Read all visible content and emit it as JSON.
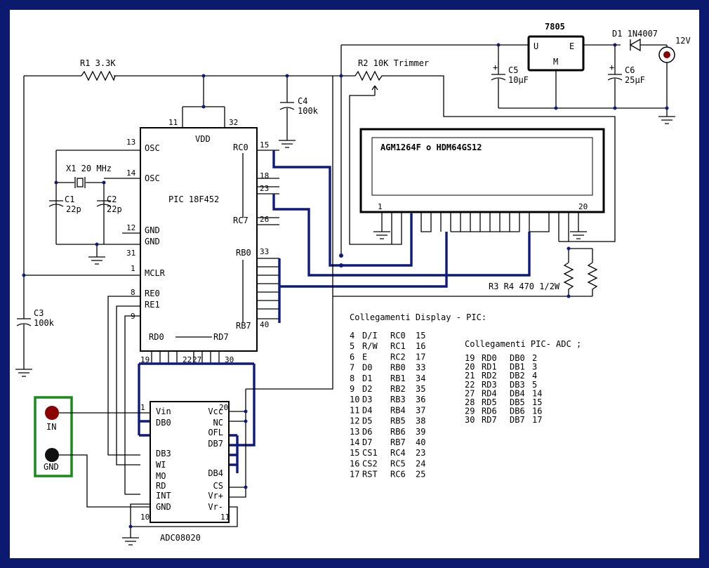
{
  "labels": {
    "r1": "R1  3.3K",
    "r2": "R2  10K Trimmer",
    "reg": "7805",
    "reg_u": "U",
    "reg_e": "E",
    "reg_m": "M",
    "d1": "D1  1N4007",
    "v12": "12V",
    "c5": "C5",
    "c5v": "10µF",
    "c6": "C6",
    "c6v": "25µF",
    "c4": "C4",
    "c4v": "100k",
    "c3": "C3",
    "c3v": "100k",
    "x1": "X1  20 MHz",
    "c1": "C1",
    "c1v": "22p",
    "c2": "C2",
    "c2v": "22p",
    "pic": "PIC 18F452",
    "vdd": "VDD",
    "osc1": "OSC",
    "osc2": "OSC",
    "gnd1": "GND",
    "gnd2": "GND",
    "mclr": "MCLR",
    "re0": "RE0",
    "re1": "RE1",
    "rc0": "RC0",
    "rc7": "RC7",
    "rb0": "RB0",
    "rb7": "RB7",
    "rd0": "RD0",
    "rd7": "RD7",
    "lcd": "AGM1264F o HDM64GS12",
    "lcd_p1": "1",
    "lcd_p20": "20",
    "r34": "R3  R4  470  1/2W",
    "in": "IN",
    "gnd": "GND",
    "adc": "ADC08020",
    "adc_left": [
      "Vin",
      "DB0",
      "DB3",
      "WI",
      "MO",
      "RD",
      "INT",
      "GND"
    ],
    "adc_right": [
      "Vcc",
      "NC",
      "OFL",
      "DB7",
      "DB4",
      "CS",
      "Vr+",
      "Vr-"
    ],
    "adc_p1": "1",
    "adc_p20": "20",
    "adc_p10": "10",
    "adc_p11": "11",
    "pins": {
      "p11": "11",
      "p32": "32",
      "p13": "13",
      "p14": "14",
      "p12": "12",
      "p31": "31",
      "p1": "1",
      "p8": "8",
      "p9": "9",
      "p15": "15",
      "p18": "18",
      "p23": "23",
      "p26": "26",
      "p33": "33",
      "p40": "40",
      "p19": "19",
      "p22": "22",
      "p27": "27",
      "p30": "30"
    },
    "display_title": "Collegamenti Display - PIC:",
    "adc_title": "Collegamenti PIC- ADC ;"
  },
  "display_table": [
    [
      "4",
      "D/I",
      "RC0",
      "15"
    ],
    [
      "5",
      "R/W",
      "RC1",
      "16"
    ],
    [
      "6",
      "E",
      "RC2",
      "17"
    ],
    [
      "7",
      "D0",
      "RB0",
      "33"
    ],
    [
      "8",
      "D1",
      "RB1",
      "34"
    ],
    [
      "9",
      "D2",
      "RB2",
      "35"
    ],
    [
      "10",
      "D3",
      "RB3",
      "36"
    ],
    [
      "11",
      "D4",
      "RB4",
      "37"
    ],
    [
      "12",
      "D5",
      "RB5",
      "38"
    ],
    [
      "13",
      "D6",
      "RB6",
      "39"
    ],
    [
      "14",
      "D7",
      "RB7",
      "40"
    ],
    [
      "15",
      "CS1",
      "RC4",
      "23"
    ],
    [
      "16",
      "CS2",
      "RC5",
      "24"
    ],
    [
      "17",
      "RST",
      "RC6",
      "25"
    ]
  ],
  "adc_table": [
    [
      "19",
      "RD0",
      "DB0",
      "2"
    ],
    [
      "20",
      "RD1",
      "DB1",
      "3"
    ],
    [
      "21",
      "RD2",
      "DB2",
      "4"
    ],
    [
      "22",
      "RD3",
      "DB3",
      "5"
    ],
    [
      "27",
      "RD4",
      "DB4",
      "14"
    ],
    [
      "28",
      "RD5",
      "DB5",
      "15"
    ],
    [
      "29",
      "RD6",
      "DB6",
      "16"
    ],
    [
      "30",
      "RD7",
      "DB7",
      "17"
    ]
  ],
  "colors": {
    "frame": "#0b1a6e",
    "bus": "#0d1b7a",
    "connector": "#1a8a1a",
    "in_jack": "#8b0000"
  }
}
